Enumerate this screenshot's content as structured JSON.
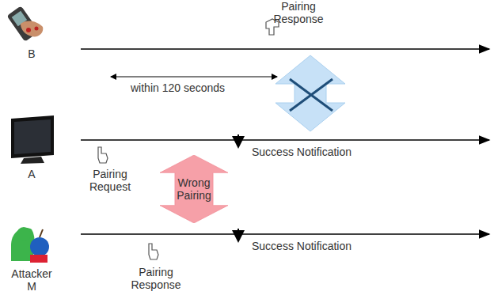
{
  "diagram": {
    "nodes": [
      {
        "text": [
          "Wrong Pairing"
        ]
      }
    ],
    "labels": [
      "Pairing Response",
      "within 120 seconds",
      "B",
      "A",
      "Pairing Request",
      "Success Notification",
      "Attacker M",
      "Pairing Response",
      "Success Notification"
    ]
  }
}
